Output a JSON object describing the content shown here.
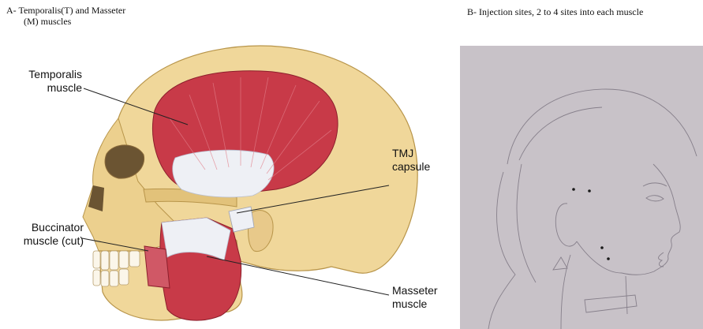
{
  "captions": {
    "a_line1": "A-  Temporalis(T) and Masseter",
    "a_line2": "(M) muscles",
    "b": "B- Injection sites, 2 to 4 sites into each  muscle"
  },
  "labels": {
    "temporalis_l1": "Temporalis",
    "temporalis_l2": "muscle",
    "tmj_l1": "TMJ",
    "tmj_l2": "capsule",
    "buccinator_l1": "Buccinator",
    "buccinator_l2": "muscle (cut)",
    "masseter_l1": "Masseter",
    "masseter_l2": "muscle"
  },
  "colors": {
    "bone": "#f0d79a",
    "bone_shade": "#d9b96a",
    "muscle": "#c83a48",
    "tendon": "#e8eaf0",
    "sketch_bg": "#c8c2c8"
  }
}
